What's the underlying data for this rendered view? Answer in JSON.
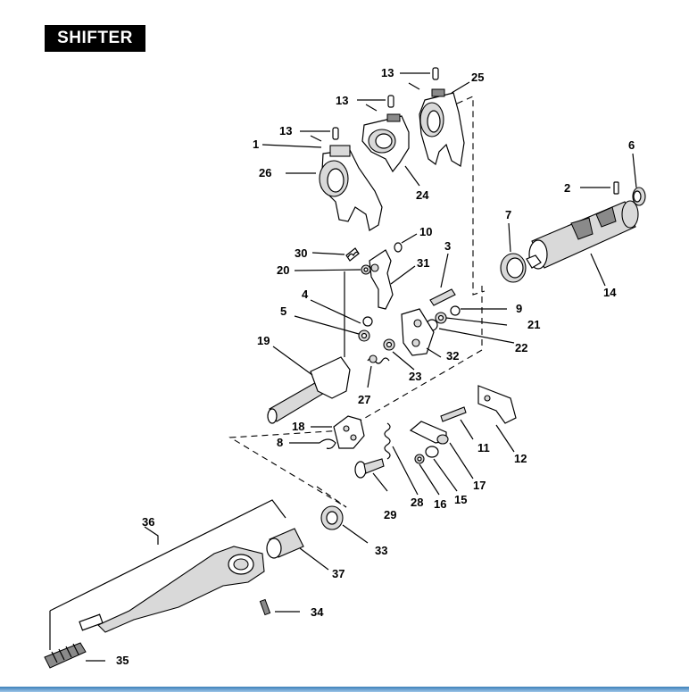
{
  "title": "SHIFTER",
  "callouts": {
    "c1": "1",
    "c2": "2",
    "c3": "3",
    "c4": "4",
    "c5": "5",
    "c6": "6",
    "c7": "7",
    "c8": "8",
    "c9": "9",
    "c10": "10",
    "c11": "11",
    "c12": "12",
    "c13a": "13",
    "c13b": "13",
    "c13c": "13",
    "c14": "14",
    "c15": "15",
    "c16": "16",
    "c17": "17",
    "c18": "18",
    "c19": "19",
    "c20": "20",
    "c21": "21",
    "c22": "22",
    "c23": "23",
    "c24": "24",
    "c25": "25",
    "c26": "26",
    "c27": "27",
    "c28": "28",
    "c29": "29",
    "c30": "30",
    "c31": "31",
    "c32": "32",
    "c33": "33",
    "c34": "34",
    "c35": "35",
    "c36": "36",
    "c37": "37"
  },
  "colors": {
    "title_bg": "#000000",
    "title_fg": "#ffffff",
    "bottom_bar": "#3b7fb8"
  }
}
